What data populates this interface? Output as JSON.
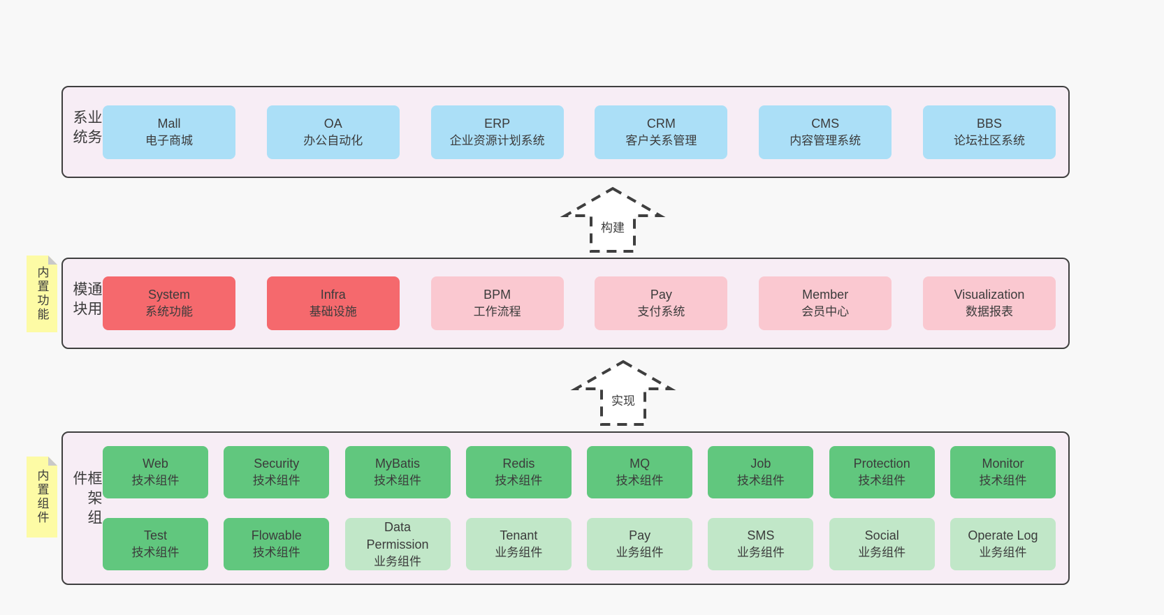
{
  "page": {
    "background": "#f8f8f8"
  },
  "colors": {
    "page_bg": "#f8f8f8",
    "band_bg": "#f7edf5",
    "border": "#3f3f3f",
    "text": "#3b3b3b",
    "blue": "#abdff7",
    "red": "#f5696d",
    "pink": "#fac8d0",
    "green": "#61c77e",
    "light_green": "#c1e7c8",
    "note_bg": "#fdfba5",
    "note_fold": "#c9c9c9"
  },
  "sections": [
    {
      "id": "business",
      "label": "业务系统",
      "note": null,
      "rows": [
        [
          {
            "en": "Mall",
            "zh": "电子商城",
            "color": "blue"
          },
          {
            "en": "OA",
            "zh": "办公自动化",
            "color": "blue"
          },
          {
            "en": "ERP",
            "zh": "企业资源计划系统",
            "color": "blue"
          },
          {
            "en": "CRM",
            "zh": "客户关系管理",
            "color": "blue"
          },
          {
            "en": "CMS",
            "zh": "内容管理系统",
            "color": "blue"
          },
          {
            "en": "BBS",
            "zh": "论坛社区系统",
            "color": "blue"
          }
        ]
      ]
    },
    {
      "id": "modules",
      "label": "通用模块",
      "note": "内置功能",
      "rows": [
        [
          {
            "en": "System",
            "zh": "系统功能",
            "color": "red"
          },
          {
            "en": "Infra",
            "zh": "基础设施",
            "color": "red"
          },
          {
            "en": "BPM",
            "zh": "工作流程",
            "color": "pink"
          },
          {
            "en": "Pay",
            "zh": "支付系统",
            "color": "pink"
          },
          {
            "en": "Member",
            "zh": "会员中心",
            "color": "pink"
          },
          {
            "en": "Visualization",
            "zh": "数据报表",
            "color": "pink"
          }
        ]
      ]
    },
    {
      "id": "components",
      "label": "框架组件",
      "note": "内置组件",
      "rows": [
        [
          {
            "en": "Web",
            "zh": "技术组件",
            "color": "green"
          },
          {
            "en": "Security",
            "zh": "技术组件",
            "color": "green"
          },
          {
            "en": "MyBatis",
            "zh": "技术组件",
            "color": "green"
          },
          {
            "en": "Redis",
            "zh": "技术组件",
            "color": "green"
          },
          {
            "en": "MQ",
            "zh": "技术组件",
            "color": "green"
          },
          {
            "en": "Job",
            "zh": "技术组件",
            "color": "green"
          },
          {
            "en": "Protection",
            "zh": "技术组件",
            "color": "green"
          },
          {
            "en": "Monitor",
            "zh": "技术组件",
            "color": "green"
          }
        ],
        [
          {
            "en": "Test",
            "zh": "技术组件",
            "color": "green"
          },
          {
            "en": "Flowable",
            "zh": "技术组件",
            "color": "green"
          },
          {
            "en": "Data\nPermission",
            "zh": "业务组件",
            "color": "light_green"
          },
          {
            "en": "Tenant",
            "zh": "业务组件",
            "color": "light_green"
          },
          {
            "en": "Pay",
            "zh": "业务组件",
            "color": "light_green"
          },
          {
            "en": "SMS",
            "zh": "业务组件",
            "color": "light_green"
          },
          {
            "en": "Social",
            "zh": "业务组件",
            "color": "light_green"
          },
          {
            "en": "Operate Log",
            "zh": "业务组件",
            "color": "light_green"
          }
        ]
      ]
    }
  ],
  "arrows": [
    {
      "label": "构建"
    },
    {
      "label": "实现"
    }
  ]
}
